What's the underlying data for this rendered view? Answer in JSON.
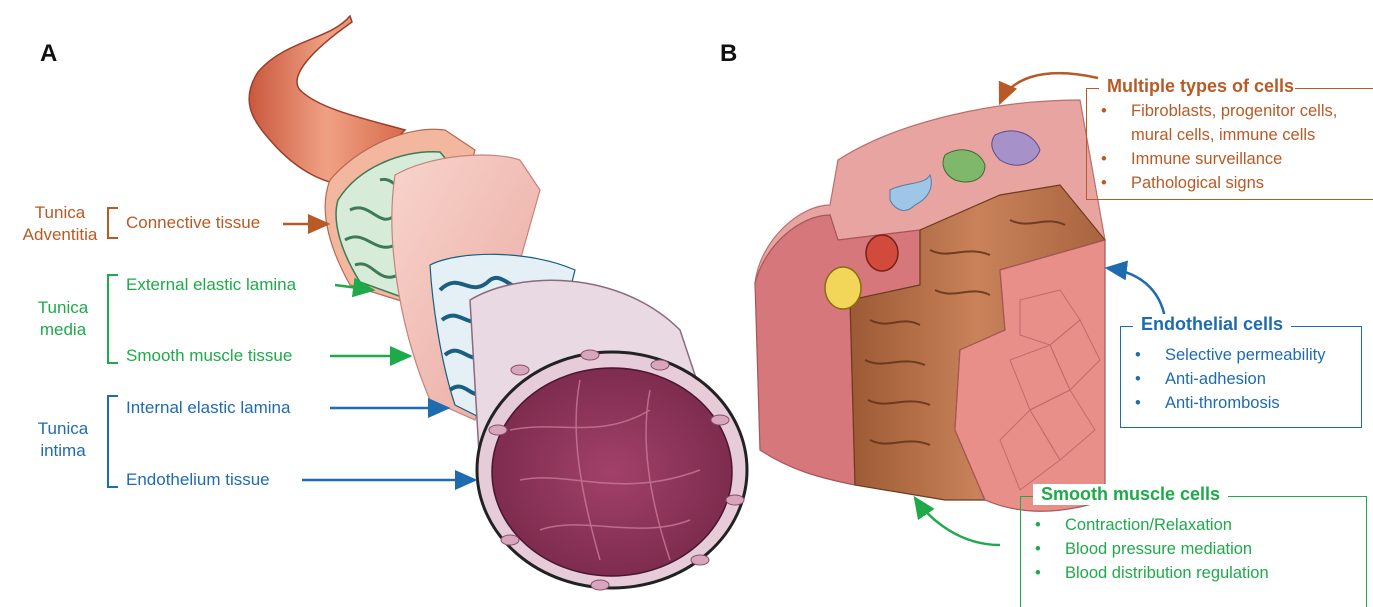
{
  "panel_a": {
    "letter": "A",
    "layers": [
      {
        "name": "Tunica Adventitia",
        "line1": "Tunica",
        "line2": "Adventitia",
        "color": "#b85a25"
      },
      {
        "name": "Tunica media",
        "line1": "Tunica",
        "line2": "media",
        "color": "#1faa4a"
      },
      {
        "name": "Tunica intima",
        "line1": "Tunica",
        "line2": "intima",
        "color": "#1e6bb0"
      }
    ],
    "labels": {
      "connective_tissue": "Connective tissue",
      "external_elastic_lamina": "External elastic lamina",
      "smooth_muscle_tissue": "Smooth muscle tissue",
      "internal_elastic_lamina": "Internal elastic lamina",
      "endothelium_tissue": "Endothelium tissue"
    }
  },
  "panel_b": {
    "letter": "B",
    "boxes": {
      "multiple_cells": {
        "title": "Multiple types of cells",
        "color": "#b85a25",
        "items": [
          "Fibroblasts, progenitor cells,",
          "mural cells, immune cells",
          "Immune surveillance",
          "Pathological signs"
        ],
        "bullets": [
          "•",
          "",
          "•",
          "•"
        ]
      },
      "endothelial": {
        "title": "Endothelial cells",
        "color": "#1e6bb0",
        "items": [
          "Selective permeability",
          "Anti-adhesion",
          "Anti-thrombosis"
        ],
        "bullets": [
          "•",
          "•",
          "•"
        ]
      },
      "smooth_muscle": {
        "title": "Smooth muscle cells",
        "color": "#1faa4a",
        "items": [
          "Contraction/Relaxation",
          "Blood pressure mediation",
          "Blood distribution regulation"
        ],
        "bullets": [
          "•",
          "•",
          "•"
        ]
      }
    }
  }
}
